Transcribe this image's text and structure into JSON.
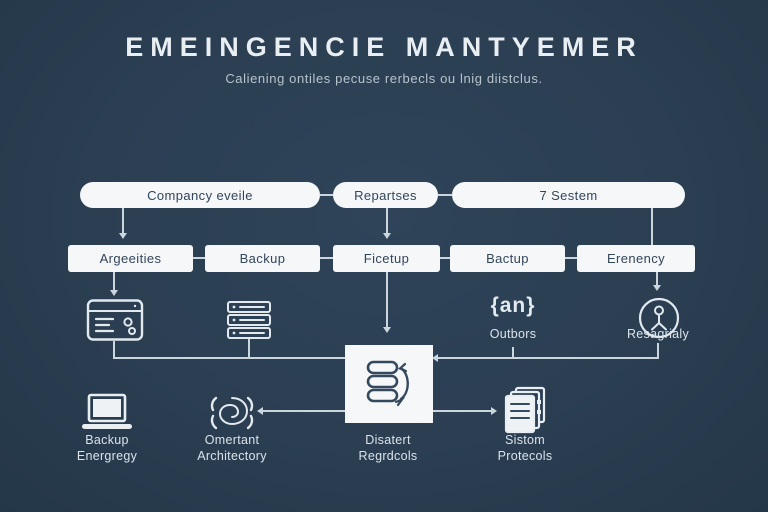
{
  "header": {
    "title": "EMEINGENCIE MANTYEMER",
    "subtitle": "Caliening ontiles pecuse rerbecls ou lnig diistclus."
  },
  "colors": {
    "background": "#2b3e52",
    "box_fill": "#f5f7f9",
    "box_text": "#32465c",
    "connector_line": "#ccd6df",
    "label_text": "#dbe3ea"
  },
  "row1": {
    "box1": "Compancy eveile",
    "box2": "Repartses",
    "box3": "7 Sestem"
  },
  "row2": {
    "box1": "Argeeities",
    "box2": "Backup",
    "box3": "Ficetup",
    "box4": "Bactup",
    "box5": "Erenency"
  },
  "mid_row": {
    "braces_icon_text": "{an}",
    "outbors_label": "Outbors",
    "resagrialy_label": "Resagrialy"
  },
  "bottom_row": {
    "item1": {
      "line1": "Backup",
      "line2": "Energregy"
    },
    "item2": {
      "line1": "Omertant",
      "line2": "Architectory"
    },
    "item3": {
      "line1": "Disatert",
      "line2": "Regrdcols"
    },
    "item4": {
      "line1": "Sistom",
      "line2": "Protecols"
    }
  }
}
